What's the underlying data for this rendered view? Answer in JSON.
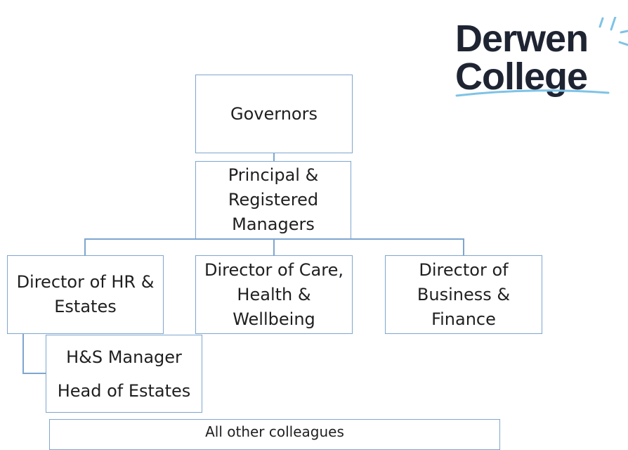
{
  "logo": {
    "line1": "Derwen",
    "line2": "College"
  },
  "org_chart": {
    "governors": "Governors",
    "principal": [
      "Principal &",
      "Registered",
      "Managers"
    ],
    "director_hr": [
      "Director of HR &",
      "Estates"
    ],
    "director_care": [
      "Director of Care,",
      "Health &",
      "Wellbeing"
    ],
    "director_business": [
      "Director of",
      "Business &",
      "Finance"
    ],
    "hs_manager": "H&S Manager",
    "head_of_estates": "Head of Estates",
    "all_colleagues": "All other colleagues"
  },
  "colors": {
    "box_border": "#7ea6cf",
    "logo_text": "#1f2433",
    "logo_accent": "#7ec3e6"
  }
}
